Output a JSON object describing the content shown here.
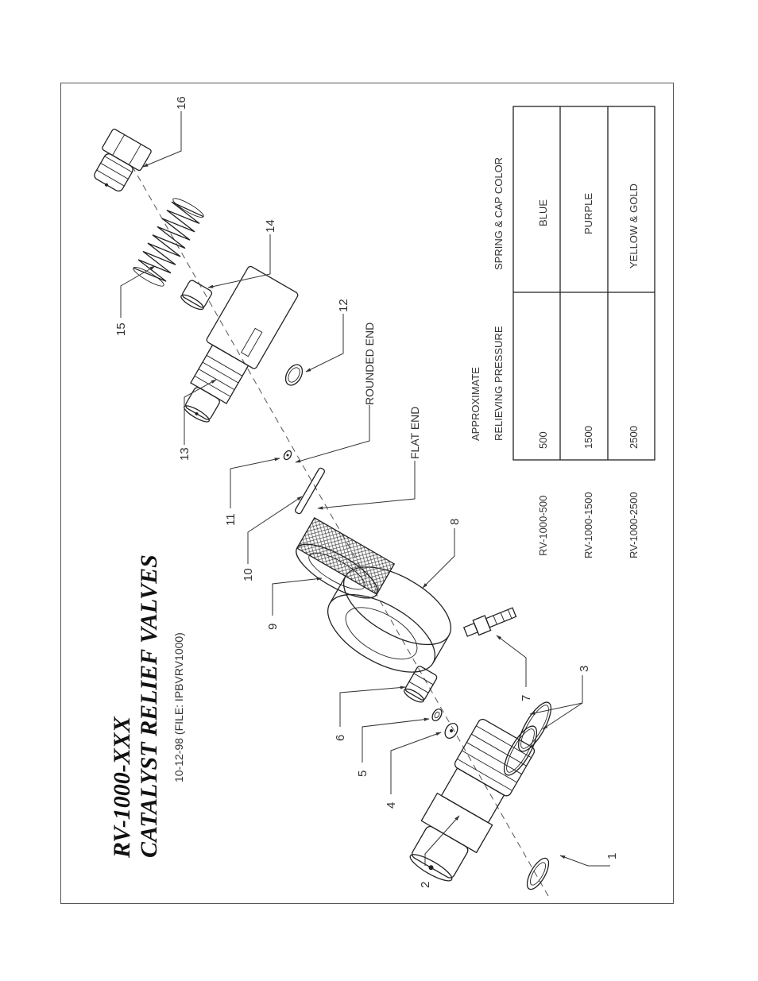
{
  "title": {
    "part_number": "RV-1000-XXX",
    "name": "CATALYST RELIEF VALVES",
    "subtitle": "10-12-98 (FILE: IPBVRV1000)"
  },
  "callouts": [
    "1",
    "2",
    "3",
    "4",
    "5",
    "6",
    "7",
    "8",
    "9",
    "10",
    "11",
    "12",
    "13",
    "14",
    "15",
    "16"
  ],
  "notes": {
    "rounded_end": "ROUNDED END",
    "flat_end": "FLAT END"
  },
  "table": {
    "headers": [
      "APPROXIMATE",
      "RELIEVING PRESSURE",
      "SPRING & CAP COLOR"
    ],
    "rows": [
      {
        "model": "RV-1000-500",
        "pressure": "500",
        "color": "BLUE"
      },
      {
        "model": "RV-1000-1500",
        "pressure": "1500",
        "color": "PURPLE"
      },
      {
        "model": "RV-1000-2500",
        "pressure": "2500",
        "color": "YELLOW & GOLD"
      }
    ]
  }
}
